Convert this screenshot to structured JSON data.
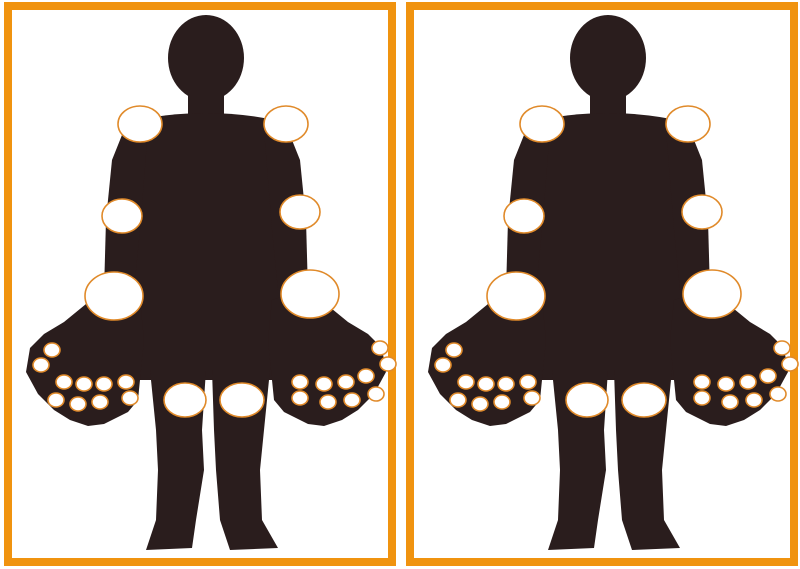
{
  "colors": {
    "frame": "#f0930f",
    "background": "#ffffff",
    "silhouette": "#2a1d1d",
    "joint_fill": "#ffffff",
    "joint_stroke": "#e08a2a"
  },
  "panels": [
    {
      "name": "left-homunculus-panel"
    },
    {
      "name": "right-homunculus-panel"
    }
  ],
  "joint_groups": [
    "shoulders",
    "elbows",
    "wrists",
    "knees",
    "mcp-joints",
    "pip-joints",
    "thumb-joints"
  ]
}
